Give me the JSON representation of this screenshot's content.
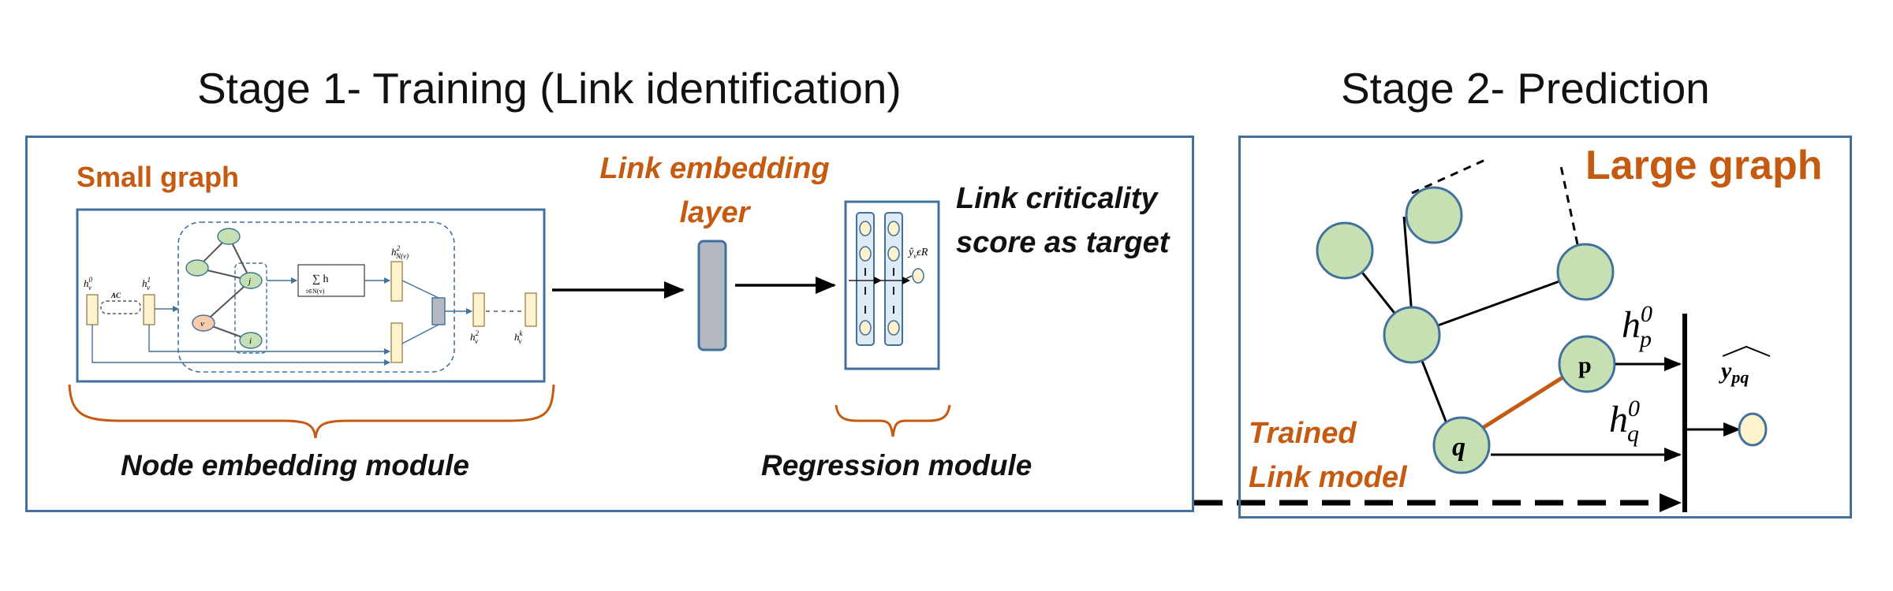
{
  "stage1": {
    "title": "Stage 1- Training (Link identification)",
    "small_graph_label": "Small graph",
    "link_embedding_label": [
      "Link embedding",
      "layer"
    ],
    "link_criticality_label": [
      "Link criticality",
      "score as target"
    ],
    "node_embedding_module_label": "Node embedding module",
    "regression_module_label": "Regression module",
    "inner_diagram": {
      "h0": "h",
      "h0_sup": "0",
      "h0_sub": "v",
      "h1": "h",
      "h1_sup": "1",
      "h1_sub": "v",
      "ac": "AC",
      "sum_label": "∑ h",
      "sum_sub": "i∈N(v)",
      "hN": "h",
      "hN_sup": "2",
      "hN_sub": "N(v)",
      "h2": "h",
      "h2_sup": "2",
      "h2_sub": "v",
      "hk": "h",
      "hk_sup": "k",
      "hk_sub": "v",
      "node_v": "v",
      "node_j": "j",
      "node_i": "i"
    },
    "regression_output": "ŷ",
    "regression_output_rest": "ϵR"
  },
  "stage2": {
    "title": "Stage 2- Prediction",
    "large_graph_label": "Large graph",
    "node_p": "p",
    "node_q": "q",
    "hp": "h",
    "hp_sup": "0",
    "hp_sub": "p",
    "hq": "h",
    "hq_sup": "0",
    "hq_sub": "q",
    "output": "y",
    "output_sub": "pq",
    "trained_label": [
      "Trained",
      "Link model"
    ]
  },
  "colors": {
    "panel_border": "#41719c",
    "orange": "#c55a11",
    "node_fill": "#c6e0b4",
    "node_stroke": "#41719c",
    "output_fill": "#fff2cc",
    "layer_fill": "#b4b8c0"
  }
}
